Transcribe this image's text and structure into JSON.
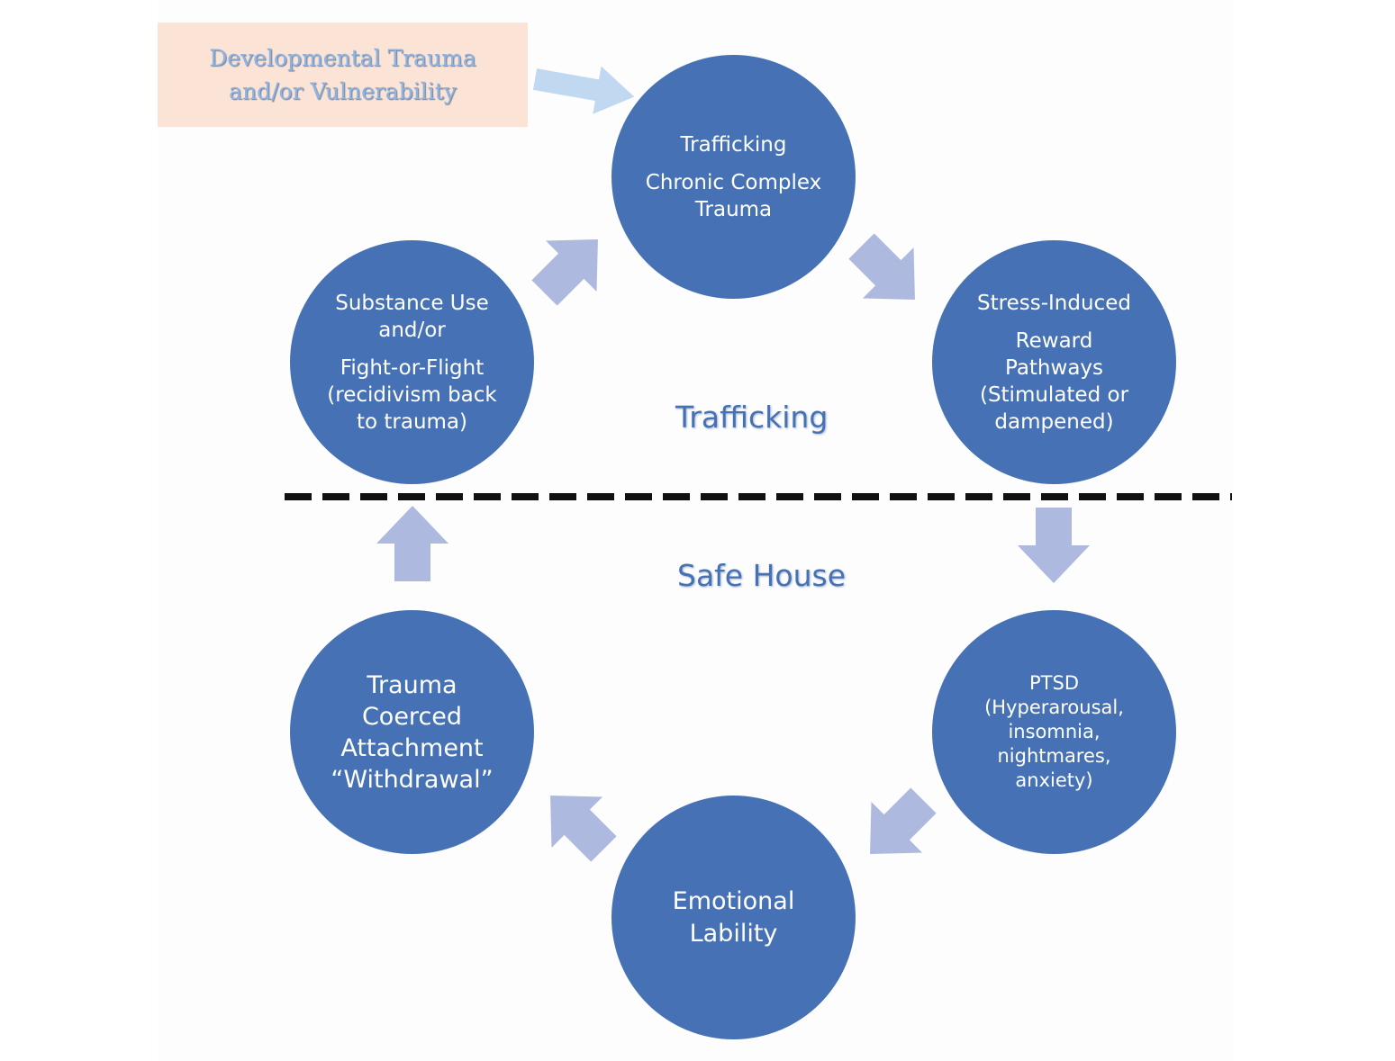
{
  "origin_box": {
    "line1": "Developmental Trauma",
    "line2": "and/or Vulnerability"
  },
  "regions": {
    "upper": "Trafficking",
    "lower": "Safe House"
  },
  "nodes": {
    "trafficking": {
      "title": "Trafficking",
      "line1": "Chronic Complex",
      "line2": "Trauma"
    },
    "reward": {
      "title": "Stress-Induced",
      "line1": "Reward",
      "line2": "Pathways",
      "line3": "(Stimulated or",
      "line4": "dampened)"
    },
    "ptsd": {
      "line1": "PTSD",
      "line2": "(Hyperarousal,",
      "line3": "insomnia,",
      "line4": "nightmares,",
      "line5": "anxiety)"
    },
    "emotional": {
      "line1": "Emotional",
      "line2": "Lability"
    },
    "attachment": {
      "line1": "Trauma",
      "line2": "Coerced",
      "line3": "Attachment",
      "line4": "“Withdrawal”"
    },
    "substance": {
      "line1": "Substance Use",
      "line2": "and/or",
      "line3": "Fight-or-Flight",
      "line4": "(recidivism back",
      "line5": "to trauma)"
    }
  },
  "colors": {
    "node_fill": "#4672b5",
    "arrow_fill": "#adb9df",
    "origin_arrow_fill": "#c0d9f0",
    "origin_box_fill": "#fbe3d6",
    "divider": "#111111"
  }
}
